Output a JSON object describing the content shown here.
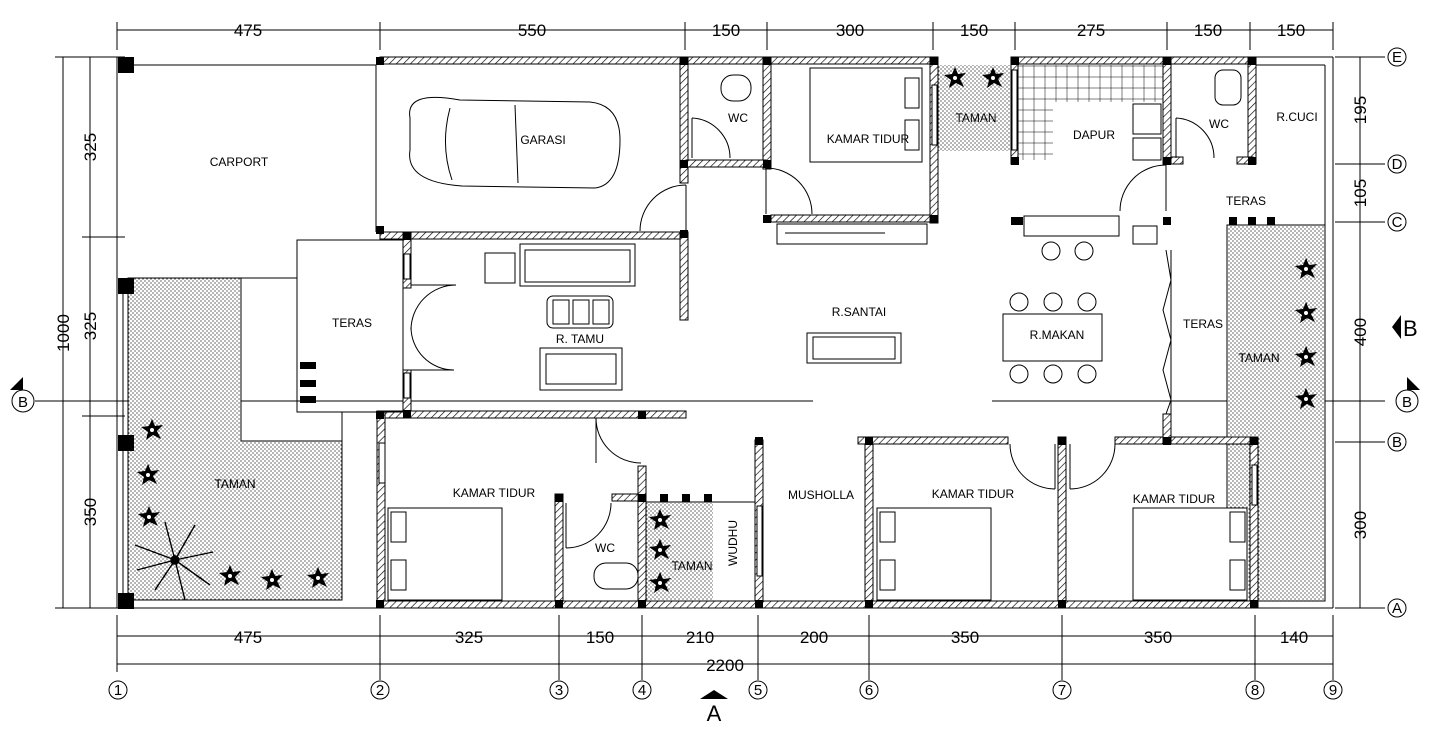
{
  "top_dims": [
    "475",
    "550",
    "150",
    "300",
    "150",
    "275",
    "150",
    "150"
  ],
  "bottom_dims": [
    "475",
    "325",
    "150",
    "210",
    "200",
    "350",
    "350",
    "140"
  ],
  "total_dim": "2200",
  "left_dims": [
    "325",
    "325",
    "350"
  ],
  "left_total": "1000",
  "right_dims": [
    "195",
    "105",
    "400",
    "300"
  ],
  "grid_numbers": [
    "1",
    "2",
    "3",
    "4",
    "5",
    "6",
    "7",
    "8",
    "9"
  ],
  "grid_letters": [
    "E",
    "D",
    "C",
    "B",
    "A"
  ],
  "section_marks": {
    "left": "B",
    "right": "B",
    "side": "B",
    "bottom": "A"
  },
  "rooms": {
    "carport": "CARPORT",
    "garasi": "GARASI",
    "wc_top": "WC",
    "kamar_top": "KAMAR TIDUR",
    "taman_top": "TAMAN",
    "dapur": "DAPUR",
    "wc_right": "WC",
    "r_cuci": "R.CUCI",
    "teras_left": "TERAS",
    "r_tamu": "R. TAMU",
    "r_santai": "R.SANTAI",
    "r_makan": "R.MAKAN",
    "teras_top_right": "TERAS",
    "teras_right": "TERAS",
    "taman_right": "TAMAN",
    "taman_left": "TAMAN",
    "kamar_bl": "KAMAR TIDUR",
    "wc_bottom": "WC",
    "taman_bottom": "TAMAN",
    "wudhu": "WUDHU",
    "musholla": "MUSHOLLA",
    "kamar_bm": "KAMAR TIDUR",
    "kamar_br": "KAMAR TIDUR"
  }
}
